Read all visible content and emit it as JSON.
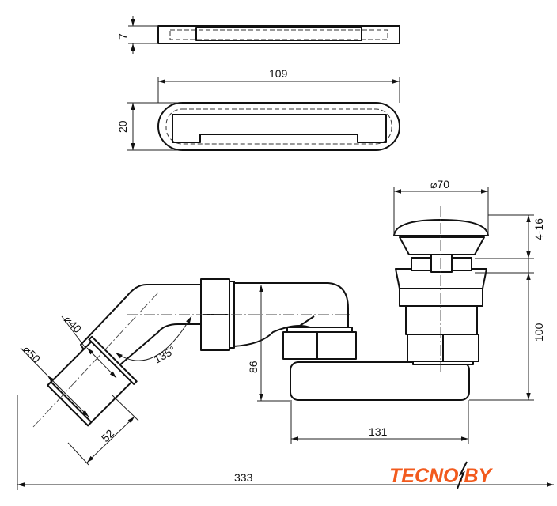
{
  "drawing": {
    "dimensions": {
      "gasket_thickness": "7",
      "gasket_length": "109",
      "gasket_width": "20",
      "cap_diameter": "⌀70",
      "adjust_range": "4-16",
      "height_body": "100",
      "outlet_diameter_inner": "⌀40",
      "outlet_diameter_outer": "⌀50",
      "angle": "135°",
      "trap_height": "86",
      "outlet_length": "52",
      "trap_length": "131",
      "total_length": "333"
    },
    "logo": "TECNO.BY",
    "colors": {
      "logo": "#f25a1d",
      "line": "#111111"
    }
  }
}
